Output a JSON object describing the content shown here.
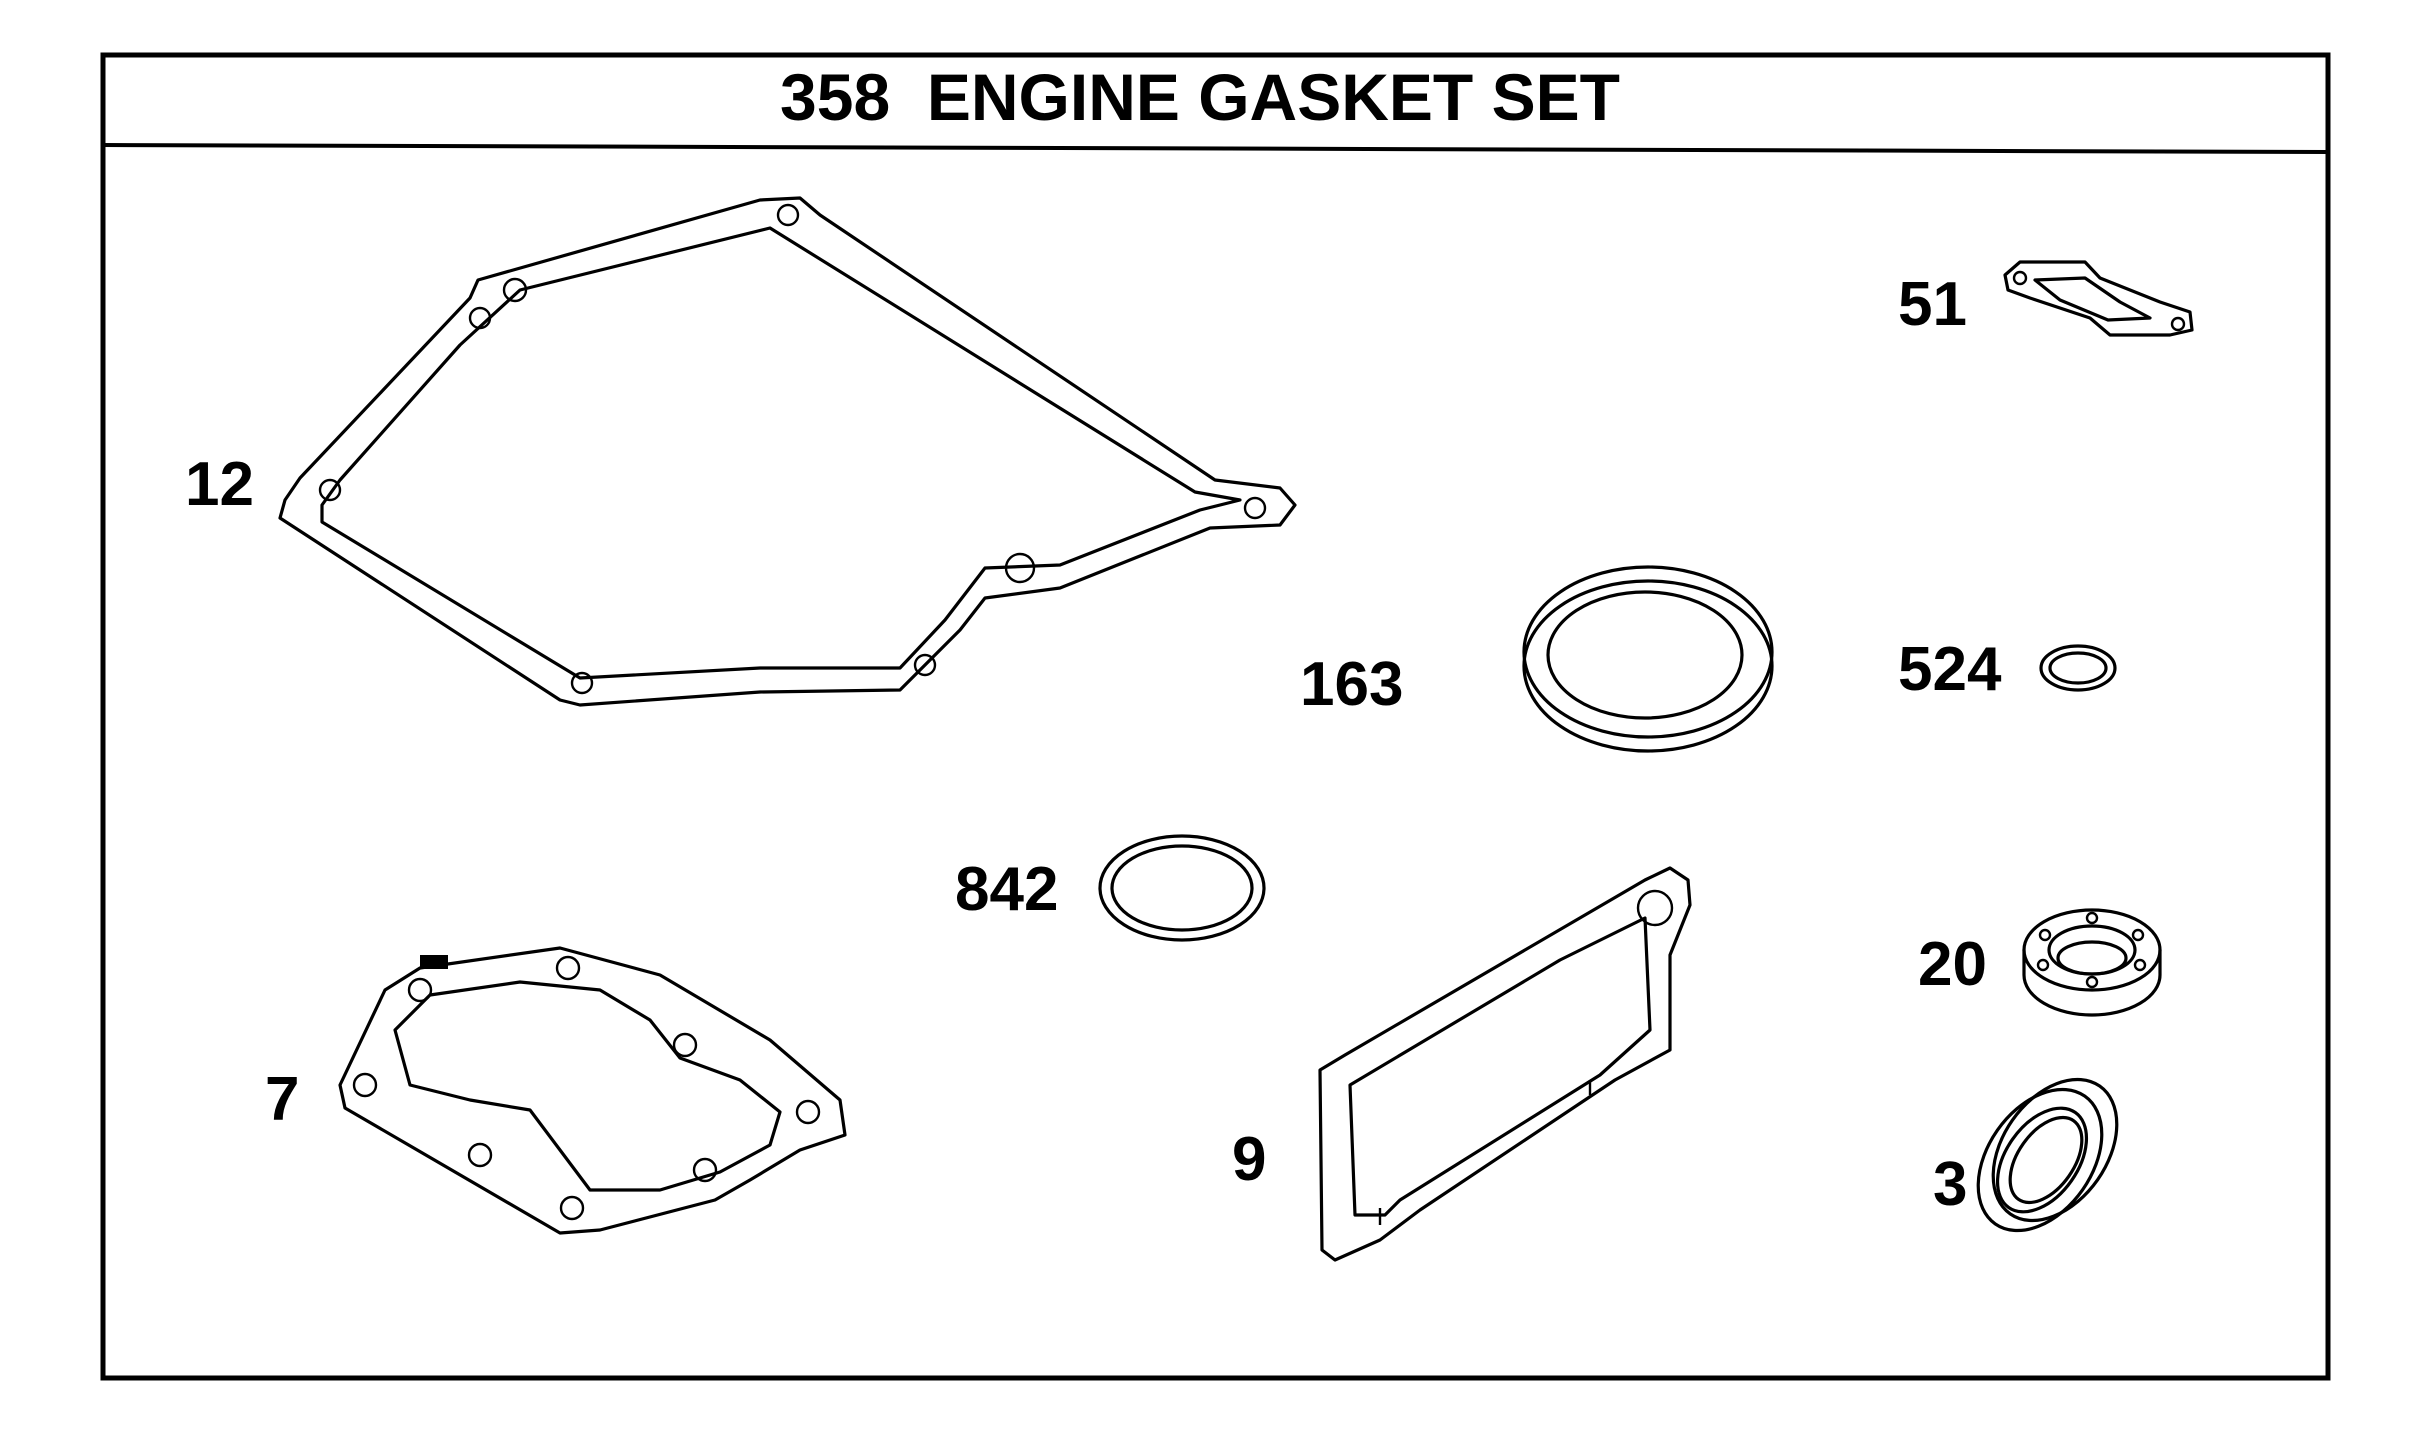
{
  "diagram": {
    "title": "358  ENGINE GASKET SET",
    "callouts": {
      "c12": "12",
      "c51": "51",
      "c163": "163",
      "c524": "524",
      "c842": "842",
      "c20": "20",
      "c7": "7",
      "c9": "9",
      "c3": "3"
    }
  }
}
